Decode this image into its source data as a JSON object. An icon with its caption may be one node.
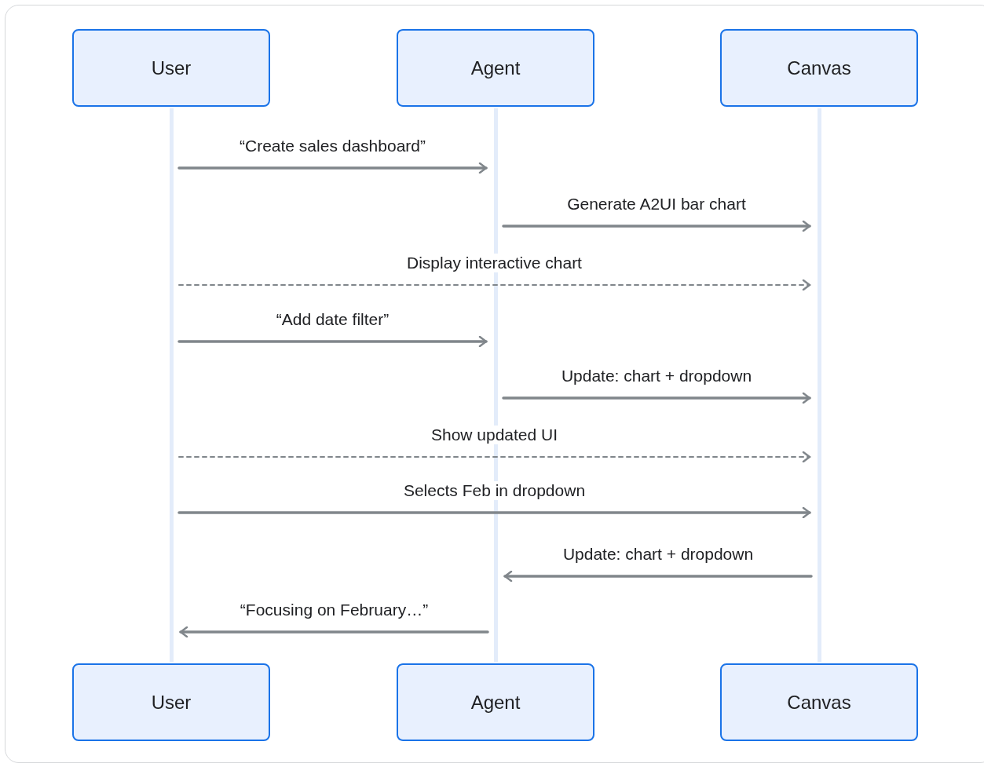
{
  "diagram": {
    "nodes": [
      {
        "text": [
          "User"
        ]
      },
      {
        "text": [
          "Agent"
        ]
      },
      {
        "text": [
          "Canvas"
        ]
      },
      {
        "text": [],
        "shape": "bar"
      },
      {
        "text": [],
        "shape": "bar"
      },
      {
        "text": [],
        "shape": "bar"
      },
      {
        "text": [
          "User"
        ]
      },
      {
        "text": [
          "Agent"
        ]
      },
      {
        "text": [
          "Canvas"
        ]
      }
    ],
    "edges": [
      {
        "from": 3,
        "to": 4,
        "arrow": "to",
        "label": "“Create sales dashboard”"
      },
      {
        "from": 4,
        "to": 5,
        "arrow": "to",
        "label": "Generate A2UI bar chart"
      },
      {
        "from": 3,
        "to": 5,
        "arrow": "to",
        "label": "Display interactive chart",
        "style": "dashed"
      },
      {
        "from": 3,
        "to": 4,
        "arrow": "to",
        "label": "“Add date filter”"
      },
      {
        "from": 4,
        "to": 5,
        "arrow": "to",
        "label": "Update: chart + dropdown"
      },
      {
        "from": 3,
        "to": 5,
        "arrow": "to",
        "label": "Show updated UI",
        "style": "dashed"
      },
      {
        "from": 3,
        "to": 5,
        "arrow": "to",
        "label": "Selects Feb in dropdown"
      },
      {
        "from": 5,
        "to": 4,
        "arrow": "to",
        "label": "Update: chart + dropdown"
      },
      {
        "from": 4,
        "to": 3,
        "arrow": "to",
        "label": "“Focusing on February…”"
      }
    ]
  }
}
